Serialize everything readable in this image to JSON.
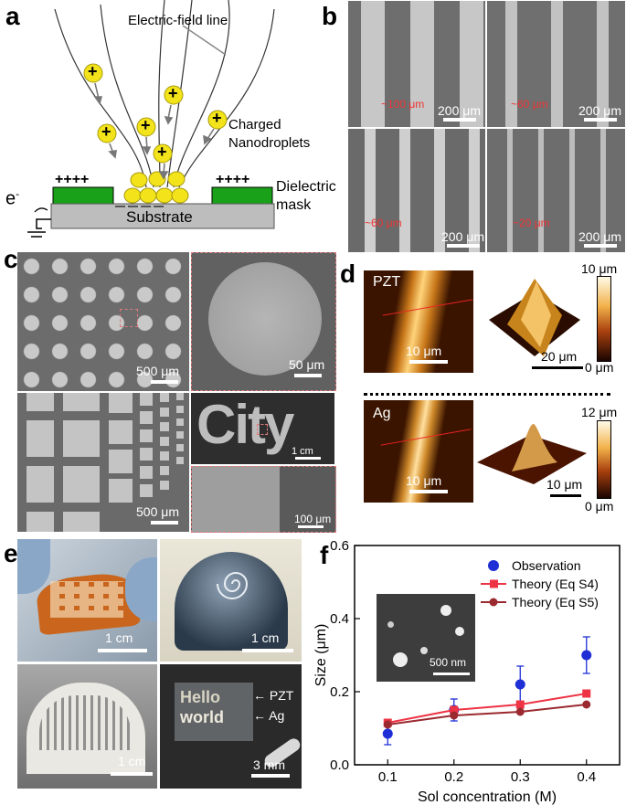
{
  "panels": {
    "a": {
      "label": "a",
      "field_line": "Electric-field line",
      "charged": [
        "Charged",
        "Nanodroplets"
      ],
      "dielectric": [
        "Dielectric",
        "mask"
      ],
      "substrate": "Substrate",
      "plus_left": "++++",
      "plus_right": "++++",
      "minus": "— — — —",
      "electron": "e",
      "electron_sup": "-",
      "droplet_sign": "+"
    },
    "b": {
      "label": "b",
      "widths": [
        "~100 μm",
        "~60 μm",
        "~60 μm",
        "~20 μm"
      ],
      "scale": [
        "200 μm",
        "200 μm",
        "200 μm",
        "200 μm"
      ]
    },
    "c": {
      "label": "c",
      "scale_tl": "500 μm",
      "scale_tr": "50 μm",
      "scale_bl": "500 μm",
      "scale_city": "1 cm",
      "scale_br": "100 μm",
      "city_word": "City"
    },
    "d": {
      "label": "d",
      "pzt": "PZT",
      "ag": "Ag",
      "scale_pzt_2d": "10 μm",
      "scale_pzt_3d": "20 μm",
      "cb_pzt_top": "10 μm",
      "cb_pzt_bottom": "0 μm",
      "scale_ag_2d": "10 μm",
      "scale_ag_3d": "10 μm",
      "cb_ag_top": "12 μm",
      "cb_ag_bottom": "0 μm"
    },
    "e": {
      "label": "e",
      "scales": [
        "1 cm",
        "1 cm",
        "1 cm",
        "3 mm"
      ],
      "hello": "Hello",
      "world": "world",
      "pzt": "PZT",
      "ag": "Ag"
    },
    "f": {
      "label": "f",
      "inset_scale": "500 nm"
    }
  },
  "chart_data": {
    "type": "scatter",
    "xlabel": "Sol concentration (M)",
    "ylabel": "Size (μm)",
    "xlim": [
      0.05,
      0.45
    ],
    "ylim": [
      0.0,
      0.6
    ],
    "xticks": [
      "0.1",
      "0.2",
      "0.3",
      "0.4"
    ],
    "yticks": [
      "0.0",
      "0.2",
      "0.4",
      "0.6"
    ],
    "x": [
      0.1,
      0.2,
      0.3,
      0.4
    ],
    "series": [
      {
        "name": "Observation",
        "values": [
          0.085,
          0.15,
          0.22,
          0.3
        ],
        "err": [
          0.03,
          0.03,
          0.05,
          0.05
        ],
        "color": "#1f2fd6",
        "style": "points"
      },
      {
        "name": "Theory (Eq S4)",
        "values": [
          0.115,
          0.15,
          0.165,
          0.195
        ],
        "color": "#ee3344",
        "style": "line-square"
      },
      {
        "name": "Theory (Eq S5)",
        "values": [
          0.11,
          0.135,
          0.145,
          0.165
        ],
        "color": "#9a2a30",
        "style": "line-circle"
      }
    ],
    "legend_position": "top-right"
  }
}
